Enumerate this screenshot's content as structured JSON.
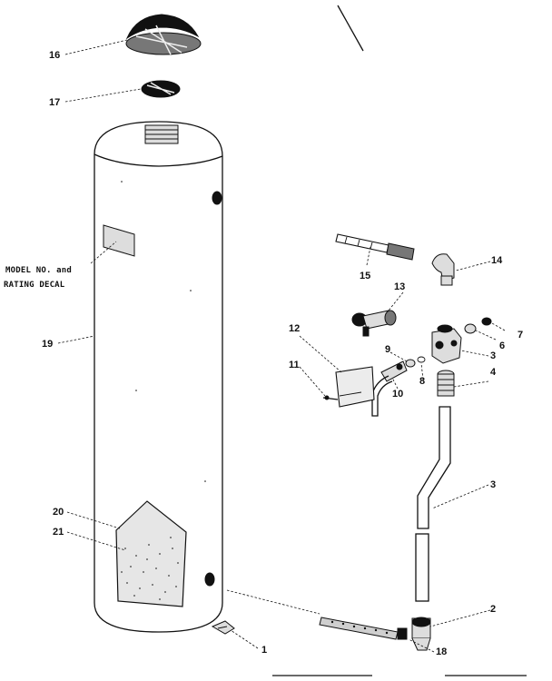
{
  "parts": [
    {
      "id": "p1",
      "number": "1"
    },
    {
      "id": "p2",
      "number": "2"
    },
    {
      "id": "p3",
      "number": "3"
    },
    {
      "id": "p3b",
      "number": "3"
    },
    {
      "id": "p4",
      "number": "4"
    },
    {
      "id": "p6",
      "number": "6"
    },
    {
      "id": "p7",
      "number": "7"
    },
    {
      "id": "p8",
      "number": "8"
    },
    {
      "id": "p9",
      "number": "9"
    },
    {
      "id": "p10",
      "number": "10"
    },
    {
      "id": "p11",
      "number": "11"
    },
    {
      "id": "p12",
      "number": "12"
    },
    {
      "id": "p13",
      "number": "13"
    },
    {
      "id": "p14",
      "number": "14"
    },
    {
      "id": "p15",
      "number": "15"
    },
    {
      "id": "p16",
      "number": "16"
    },
    {
      "id": "p17",
      "number": "17"
    },
    {
      "id": "p18",
      "number": "18"
    },
    {
      "id": "p19",
      "number": "19"
    },
    {
      "id": "p20",
      "number": "20"
    },
    {
      "id": "p21",
      "number": "21"
    }
  ],
  "decal_label": {
    "line1": "MODEL NO. and",
    "line2": "RATING DECAL"
  }
}
